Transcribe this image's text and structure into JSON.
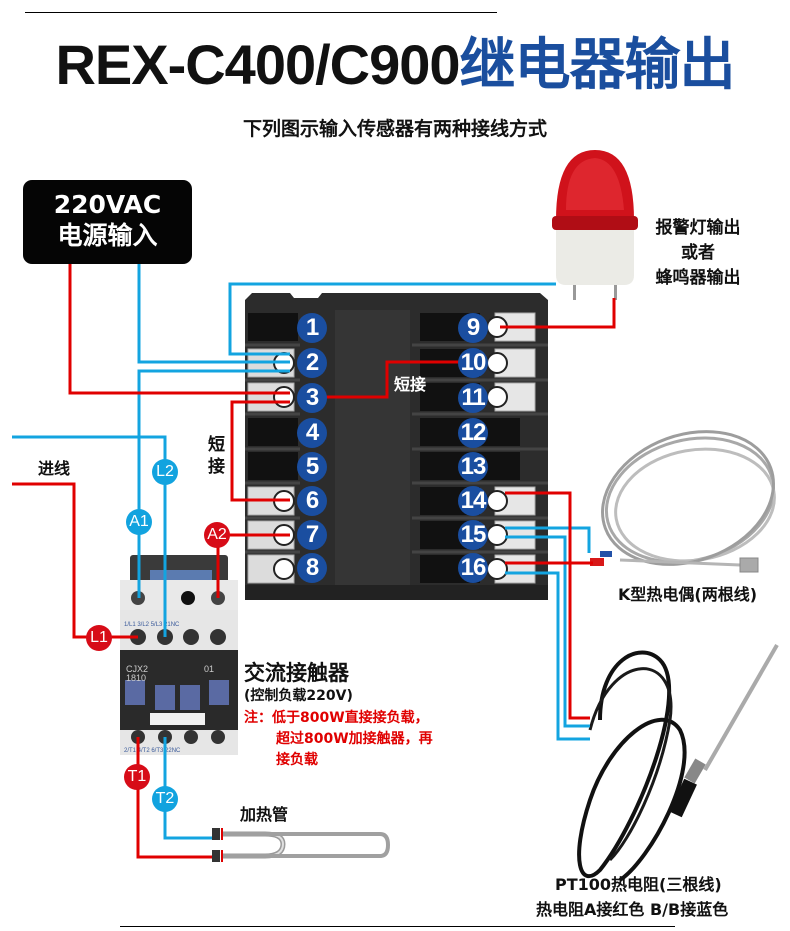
{
  "header": {
    "title_model": "REX-C400/C900",
    "title_output": "继电器输出",
    "subtitle": "下列图示输入传感器有两种接线方式"
  },
  "power_input": {
    "line1": "220VAC",
    "line2": "电源输入"
  },
  "alarm": {
    "line1": "报警灯输出",
    "line2": "或者",
    "line3": "蜂鸣器输出"
  },
  "controller": {
    "left_terminals": [
      "1",
      "2",
      "3",
      "4",
      "5",
      "6",
      "7",
      "8"
    ],
    "right_terminals": [
      "9",
      "10",
      "11",
      "12",
      "13",
      "14",
      "15",
      "16"
    ]
  },
  "labels": {
    "short_right": "短接",
    "short_left_1": "短",
    "short_left_2": "接",
    "incoming": "进线"
  },
  "contactor": {
    "title": "交流接触器",
    "subtitle": "(控制负载220V)",
    "note_line1": "注：低于800W直接接负载，",
    "note_line2": "超过800W加接触器，再",
    "note_line3": "接负载",
    "model_text": "CJX2 1810",
    "top_terminals": [
      "1/L1",
      "3/L2",
      "5/L3",
      "21NC"
    ],
    "bottom_terminals": [
      "2/T1",
      "4/T2",
      "6/T3",
      "22NC"
    ],
    "tags": {
      "A1": "A1",
      "A2": "A2",
      "L1": "L1",
      "L2": "L2",
      "T1": "T1",
      "T2": "T2"
    }
  },
  "heater": {
    "label": "加热管"
  },
  "thermocouple": {
    "label": "K型热电偶(两根线)"
  },
  "rtd": {
    "label1": "PT100热电阻(三根线)",
    "label2": "热电阻A接红色 B/B接蓝色"
  },
  "colors": {
    "wire_red": "#e00000",
    "wire_blue": "#13a4e0",
    "badge_blue": "#1a4ea0",
    "title_blue": "#1a4e9e"
  }
}
